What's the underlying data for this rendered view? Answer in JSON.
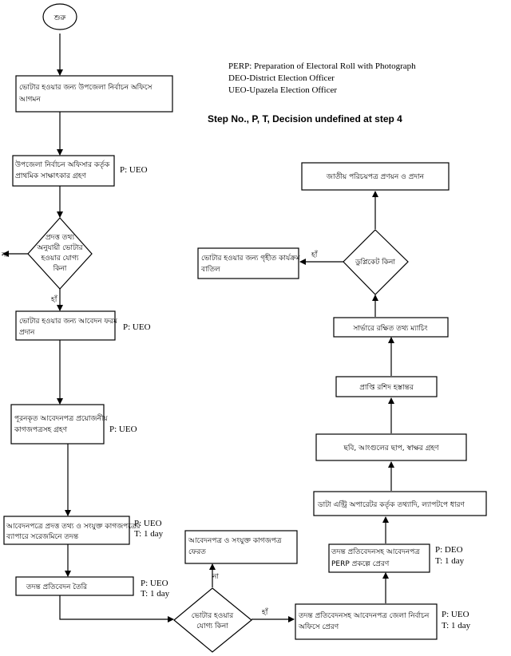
{
  "legend": {
    "line1": "PERP: Preparation of Electoral Roll with Photograph",
    "line2": "DEO-District Election Officer",
    "line3": "UEO-Upazela Election Officer"
  },
  "heading": "Step No., P, T, Decision undefined at step 4",
  "nodes": {
    "start": "শুরু",
    "s1": [
      "ভোটার হওয়ার জন্য উপজেলা নির্বাচন অফিসে",
      "আগমন"
    ],
    "s2": [
      "উপজেলা নির্বাচন অফিসার কর্তৃক",
      "প্রাথমিক সাক্ষাৎকার গ্রহণ"
    ],
    "s2_p": "P: UEO",
    "d1": [
      "প্রদত্ত তথ্য",
      "অনুযায়ী ভোটার",
      "হওয়ার যোগ্য",
      "কিনা"
    ],
    "d1_no": "না",
    "d1_yes": "হাঁ",
    "s3": [
      "ভোটার হওয়ার জন্য আবেদন ফরম",
      "প্রদান"
    ],
    "s3_p": "P: UEO",
    "s4": [
      "পূরনকৃত আবেদনপত্র প্রয়োজনীয়",
      "কাগজপত্রসহ গ্রহণ"
    ],
    "s4_p": "P: UEO",
    "s5": [
      "আবেদনপত্রে প্রদত্ত তথ্য ও সংযুক্ত কাগজপত্রের",
      "ব্যাপারে সরেজমিনে তদন্ত"
    ],
    "s5_p": "P: UEO",
    "s5_t": "T: 1 day",
    "s6": [
      "তদন্ত প্রতিবেদন তৈরি"
    ],
    "s6_p": "P: UEO",
    "s6_t": "T: 1 day",
    "d2": [
      "ভোটার হওয়ার",
      "যোগ্য কিনা"
    ],
    "d2_no": "না",
    "d2_yes": "হাঁ",
    "reject": [
      "আবেদনপত্র ও সংযুক্ত কাগজপত্র",
      "ফেরত"
    ],
    "s7": [
      "তদন্ত প্রতিবেদনসহ আবেদনপত্র জেলা নির্বাচন",
      "অফিসে প্রেরণ"
    ],
    "s7_p": "P: UEO",
    "s7_t": "T: 1 day",
    "s8": [
      "তদন্ত প্রতিবেদনসহ আবেদনপত্র",
      "PERP প্রকল্পে প্রেরণ"
    ],
    "s8_p": "P: DEO",
    "s8_t": "T: 1 day",
    "s9": [
      "ডাটা এন্ট্রি অপারেটর কর্তৃক তথ্যাদি, ল্যাপটপে ধারণ"
    ],
    "s10": [
      "ছবি, আংগুলের ছাপ, স্বাক্ষর গ্রহণ"
    ],
    "s11": [
      "প্রাপ্তি রশিদ হস্তান্তর"
    ],
    "s12": [
      "সার্ভারে রক্ষিত তথ্য ম্যাচিং"
    ],
    "d3": [
      "ডুপ্লিকেট কিনা"
    ],
    "d3_yes": "হাঁ",
    "cancel": [
      "ভোটার হওয়ার জন্য গৃহীত কার্যক্রম",
      "বাতিল"
    ],
    "s13": [
      "জাতীয় পরিচয়পত্র প্রণয়ন ও প্রদান"
    ]
  }
}
